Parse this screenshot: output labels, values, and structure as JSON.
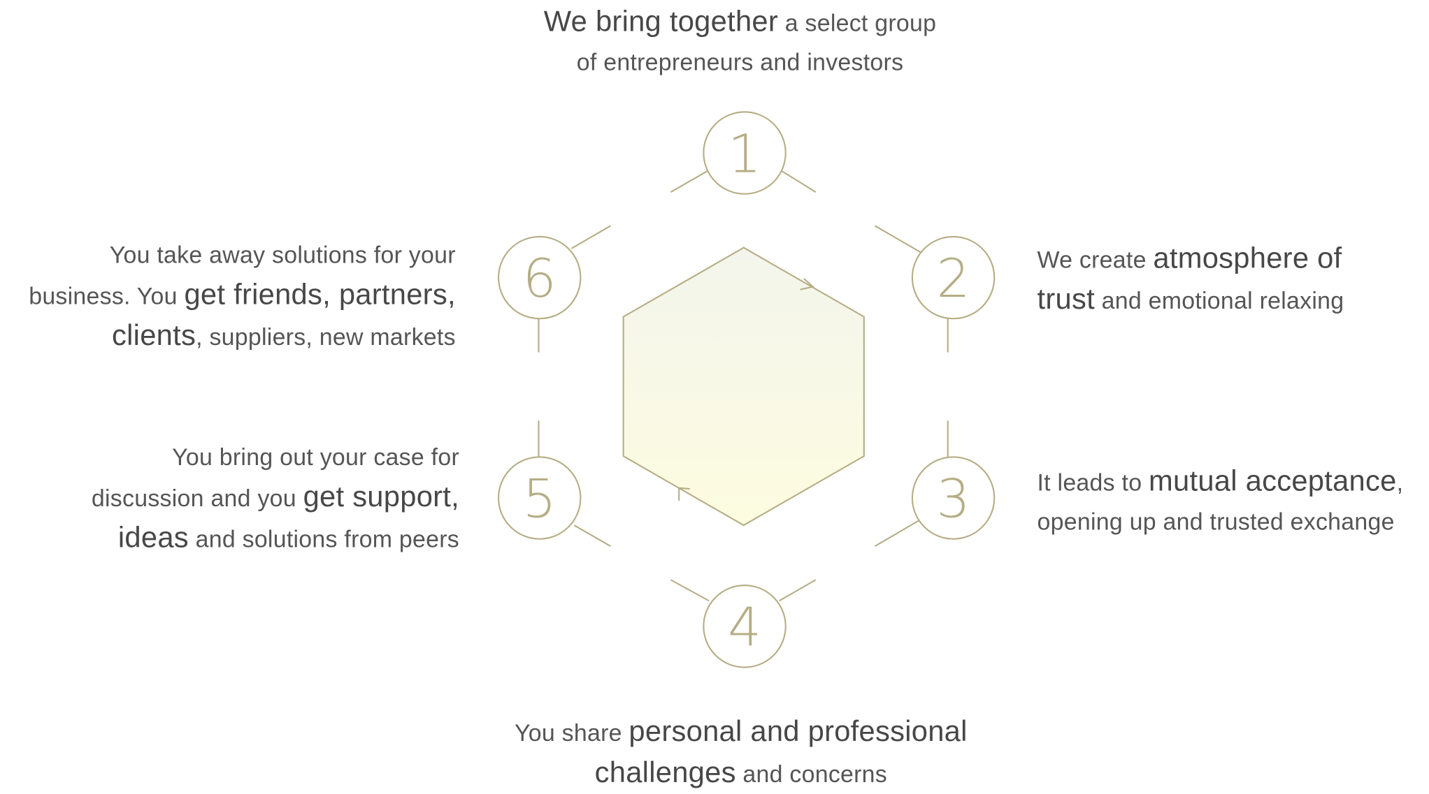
{
  "colors": {
    "accent": "#b5ad85",
    "text": "#555555",
    "hex_fill_top": "#f3f5ec",
    "hex_fill_bottom": "#fdfce0"
  },
  "steps": [
    {
      "number": "1",
      "lines": [
        [
          {
            "t": "We bring together",
            "b": true
          },
          {
            "t": " a select group",
            "b": false
          }
        ],
        [
          {
            "t": "of entrepreneurs and investors",
            "b": false
          }
        ]
      ]
    },
    {
      "number": "2",
      "lines": [
        [
          {
            "t": "We create ",
            "b": false
          },
          {
            "t": "atmosphere of",
            "b": true
          }
        ],
        [
          {
            "t": "trust",
            "b": true
          },
          {
            "t": " and emotional relaxing",
            "b": false
          }
        ]
      ]
    },
    {
      "number": "3",
      "lines": [
        [
          {
            "t": "It leads to ",
            "b": false
          },
          {
            "t": "mutual acceptance",
            "b": true
          },
          {
            "t": ",",
            "b": false
          }
        ],
        [
          {
            "t": "opening up and trusted exchange",
            "b": false
          }
        ]
      ]
    },
    {
      "number": "4",
      "lines": [
        [
          {
            "t": "You share ",
            "b": false
          },
          {
            "t": "personal and professional",
            "b": true
          }
        ],
        [
          {
            "t": "challenges",
            "b": true
          },
          {
            "t": " and concerns",
            "b": false
          }
        ]
      ]
    },
    {
      "number": "5",
      "lines": [
        [
          {
            "t": "You bring out your case for",
            "b": false
          }
        ],
        [
          {
            "t": "discussion and you ",
            "b": false
          },
          {
            "t": "get support,",
            "b": true
          }
        ],
        [
          {
            "t": "ideas",
            "b": true
          },
          {
            "t": " and solutions from peers",
            "b": false
          }
        ]
      ]
    },
    {
      "number": "6",
      "lines": [
        [
          {
            "t": "You take away solutions for your",
            "b": false
          }
        ],
        [
          {
            "t": "business. You ",
            "b": false
          },
          {
            "t": "get friends, partners,",
            "b": true
          }
        ],
        [
          {
            "t": "clients",
            "b": true
          },
          {
            "t": ", suppliers, new markets",
            "b": false
          }
        ]
      ]
    }
  ]
}
